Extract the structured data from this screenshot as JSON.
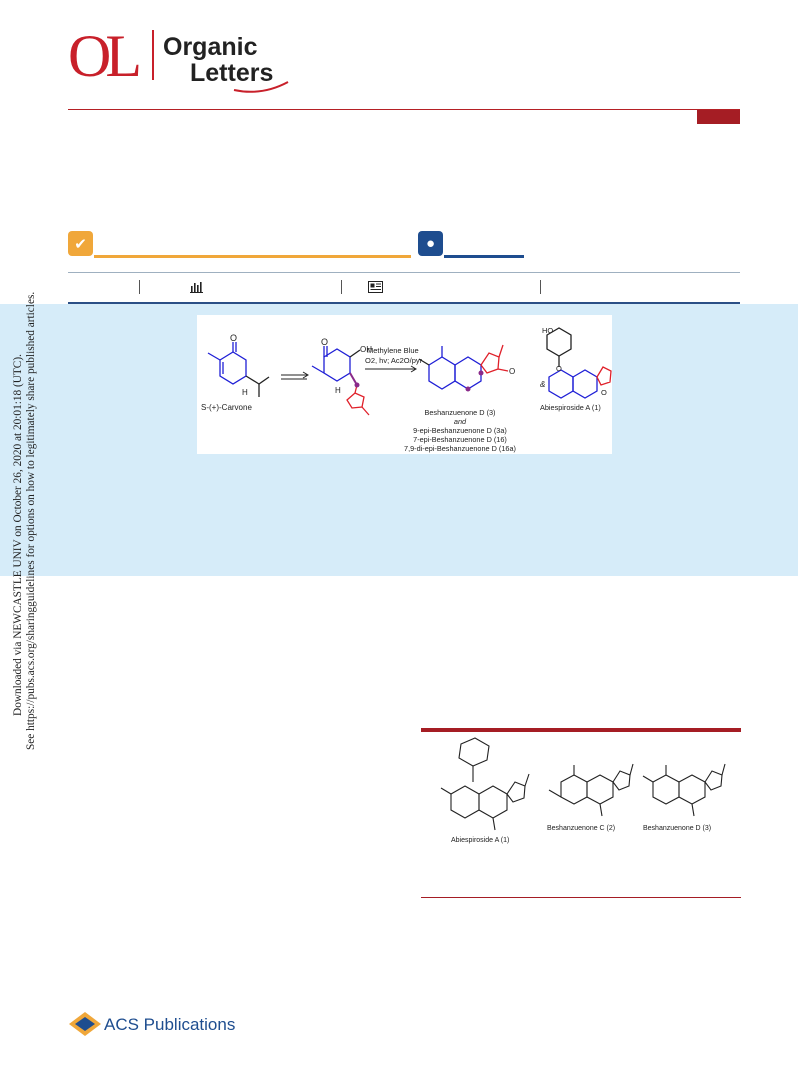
{
  "journal": {
    "logo_abbrev": "OL",
    "name_line1": "Organic",
    "name_line2": "Letters"
  },
  "side_note": {
    "line1": "Downloaded via NEWCASTLE UNIV on October 26, 2020 at 20:01:18 (UTC).",
    "line2": "See https://pubs.acs.org/sharingguidelines for options on how to legitimately share published articles."
  },
  "graphical_abstract": {
    "start_label": "S-(+)-Carvone",
    "reagents_line1": "Methylene Blue",
    "reagents_line2": "O2, hv; Ac2O/pyr",
    "product_names": [
      "Beshanzuenone D (3)",
      "and",
      "9-epi-Beshanzuenone D (3a)",
      "7-epi-Beshanzuenone D (16)",
      "7,9-di-epi-Beshanzuenone D (16a)"
    ],
    "ampersand": "&",
    "glycoside_label": "Abiespiroside A (1)",
    "atom_labels": [
      "O",
      "H",
      "OH",
      "HO",
      "O",
      "O",
      "O"
    ]
  },
  "figure": {
    "labels": [
      "Abiespiroside A (1)",
      "Beshanzuenone C (2)",
      "Beshanzuenone D (3)"
    ]
  },
  "publisher": {
    "name": "ACS Publications"
  },
  "icons": [
    "check-icon",
    "globe-icon",
    "bar-chart-icon",
    "newspaper-icon",
    "acs-logo-icon"
  ],
  "colors": {
    "brand_red": "#c8202a",
    "orange": "#f0a73a",
    "navy": "#1e4d8f",
    "panel_blue": "#d6ecf9",
    "structure_blue": "#1f1fd6",
    "structure_red": "#e0202a",
    "stereo_purple": "#8a2a8a"
  }
}
